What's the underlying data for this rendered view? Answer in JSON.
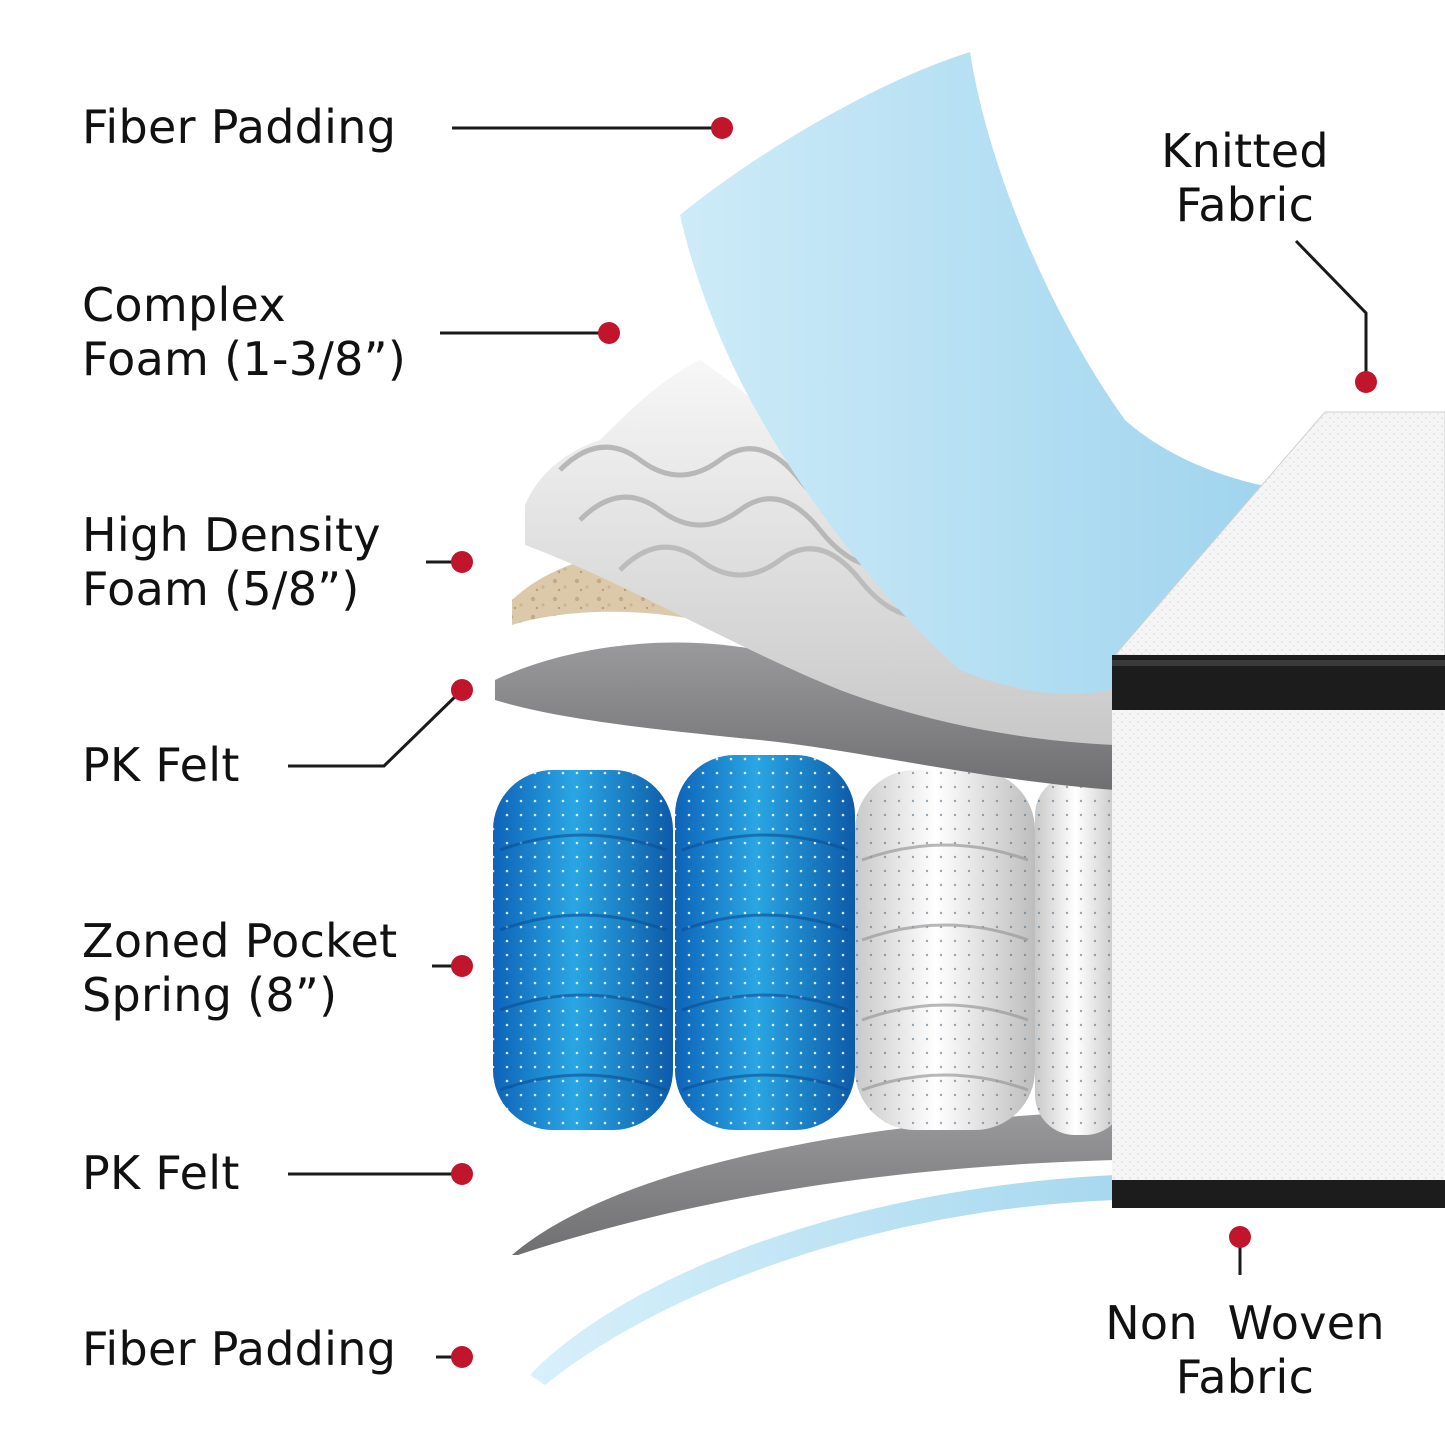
{
  "colors": {
    "marker": "#c0152a",
    "leader_line": "#1a1a1a",
    "fiber_padding": "#b9e3f5",
    "pocket_spring_blue": "#1f8fd6",
    "pocket_spring_white": "#e8e8e8",
    "pk_felt": "#8d8d8f",
    "high_density_foam": "#d9c6a8",
    "complex_foam": "#e4e4e4",
    "border_band": "#1c1c1c",
    "fabric": "#f6f6f6"
  },
  "labels": {
    "fiber_padding_top": [
      "Fiber Padding"
    ],
    "complex_foam": [
      "Complex",
      "Foam (1-3/8”)"
    ],
    "high_density_foam": [
      "High Density",
      "Foam (5/8”)"
    ],
    "pk_felt_top": [
      "PK Felt"
    ],
    "zoned_pocket_spring": [
      "Zoned Pocket",
      "Spring (8”)"
    ],
    "pk_felt_bottom": [
      "PK Felt"
    ],
    "fiber_padding_bottom": [
      "Fiber Padding"
    ],
    "knitted_fabric": [
      "Knitted",
      "Fabric"
    ],
    "non_woven_fabric": [
      "Non  Woven",
      "Fabric"
    ]
  }
}
